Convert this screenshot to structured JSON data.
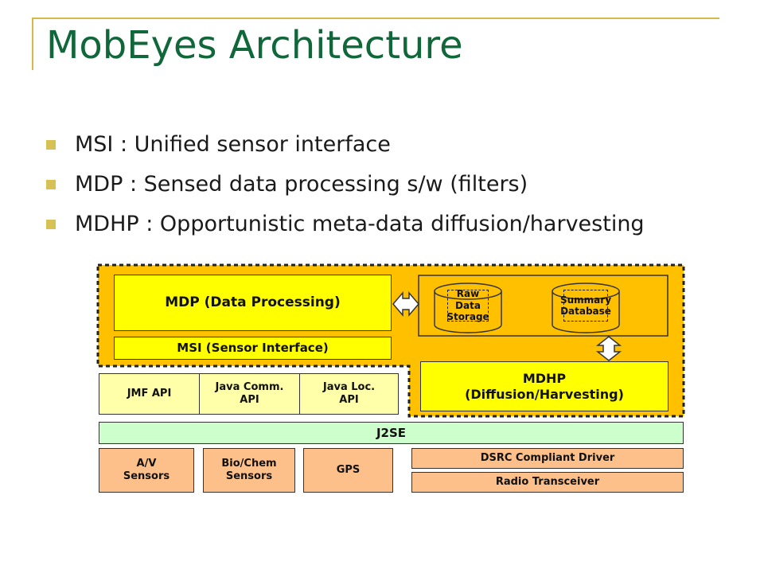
{
  "slide": {
    "title": "MobEyes Architecture",
    "bullets": [
      "MSI : Unified sensor interface",
      "MDP : Sensed data processing s/w (filters)",
      "MDHP : Opportunistic meta-data diffusion/harvesting"
    ]
  },
  "diagram": {
    "mdp": "MDP (Data Processing)",
    "msi": "MSI (Sensor Interface)",
    "raw_data": "Raw Data\nStorage",
    "summary_db": "Summary\nDatabase",
    "mdhp": "MDHP\n(Diffusion/Harvesting)",
    "jmf_api": "JMF API",
    "java_comm": "Java Comm.\nAPI",
    "java_loc": "Java Loc.\nAPI",
    "j2se": "J2SE",
    "av_sensors": "A/V\nSensors",
    "biochem_sensors": "Bio/Chem\nSensors",
    "gps": "GPS",
    "dsrc": "DSRC Compliant Driver",
    "radio": "Radio Transceiver"
  },
  "colors": {
    "title": "#10683a",
    "bullet_marker": "#d8c153",
    "mobeyes_region": "#ffc000",
    "yellow": "#ffff00",
    "api_cream": "#ffffaa",
    "j2se_green": "#ccffcc",
    "hardware_peach": "#fdc08a"
  }
}
